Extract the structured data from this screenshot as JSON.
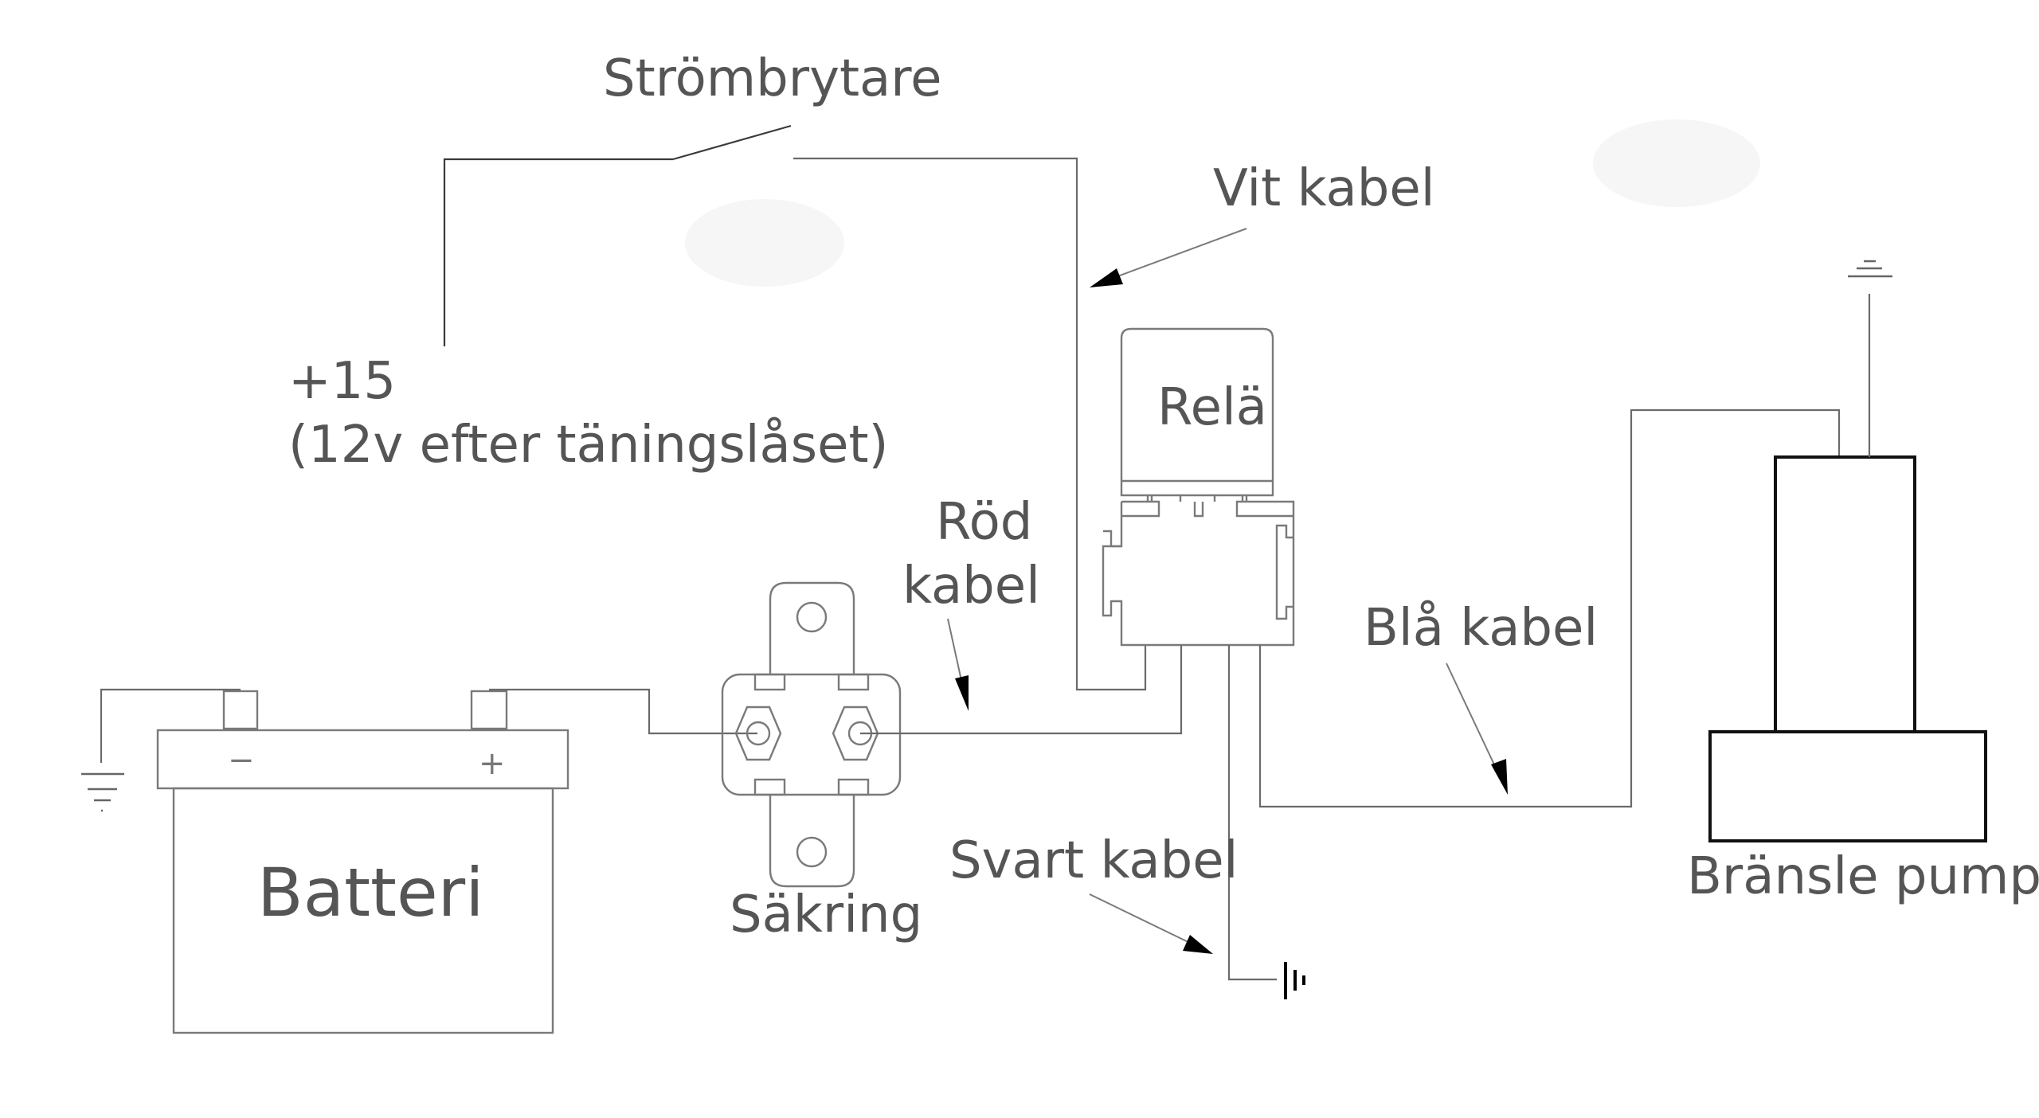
{
  "diagram": {
    "title": "Fuel pump relay wiring diagram",
    "labels": {
      "switch": "Strömbrytare",
      "ignition_line1": "+15",
      "ignition_line2": "(12v efter täningslåset)",
      "white_cable": "Vit kabel",
      "relay": "Relä",
      "red_cable_line1": "Röd",
      "red_cable_line2": "kabel",
      "blue_cable": "Blå kabel",
      "battery": "Batteri",
      "fuse": "Säkring",
      "black_cable": "Svart kabel",
      "fuel_pump": "Bränsle pump"
    },
    "battery_terminals": {
      "negative": "−",
      "positive": "+"
    },
    "components": [
      {
        "id": "battery",
        "name": "Batteri"
      },
      {
        "id": "fuse",
        "name": "Säkring"
      },
      {
        "id": "switch",
        "name": "Strömbrytare"
      },
      {
        "id": "relay",
        "name": "Relä"
      },
      {
        "id": "fuel-pump",
        "name": "Bränsle pump"
      }
    ],
    "connections": [
      {
        "from": "ignition +15",
        "to": "switch"
      },
      {
        "from": "switch",
        "to": "relay",
        "cable": "Vit kabel"
      },
      {
        "from": "battery +",
        "to": "fuse"
      },
      {
        "from": "fuse",
        "to": "relay",
        "cable": "Röd kabel"
      },
      {
        "from": "relay",
        "to": "ground",
        "cable": "Svart kabel"
      },
      {
        "from": "relay",
        "to": "fuel-pump",
        "cable": "Blå kabel"
      },
      {
        "from": "battery −",
        "to": "ground"
      },
      {
        "from": "fuel-pump",
        "to": "ground"
      }
    ]
  }
}
